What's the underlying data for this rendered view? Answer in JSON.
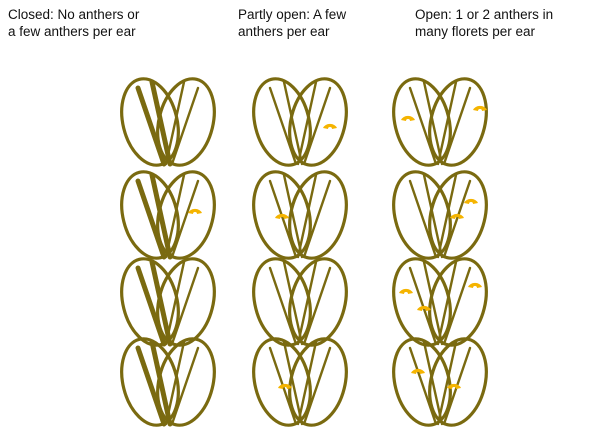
{
  "captions": {
    "closed": {
      "line1": "Closed: No anthers or",
      "line2": "a few anthers per ear"
    },
    "partly_open": {
      "line1": "Partly open: A few",
      "line2": "anthers per ear"
    },
    "open": {
      "line1": "Open: 1 or 2 anthers in",
      "line2": "many florets per ear"
    }
  },
  "colors": {
    "glume": "#7a6a10",
    "anther": "#f5b400",
    "background": "#ffffff"
  },
  "stages": [
    {
      "id": "closed",
      "anthers_visible": 1
    },
    {
      "id": "partly-open",
      "anthers_visible": 3
    },
    {
      "id": "open",
      "anthers_visible": 9
    }
  ]
}
